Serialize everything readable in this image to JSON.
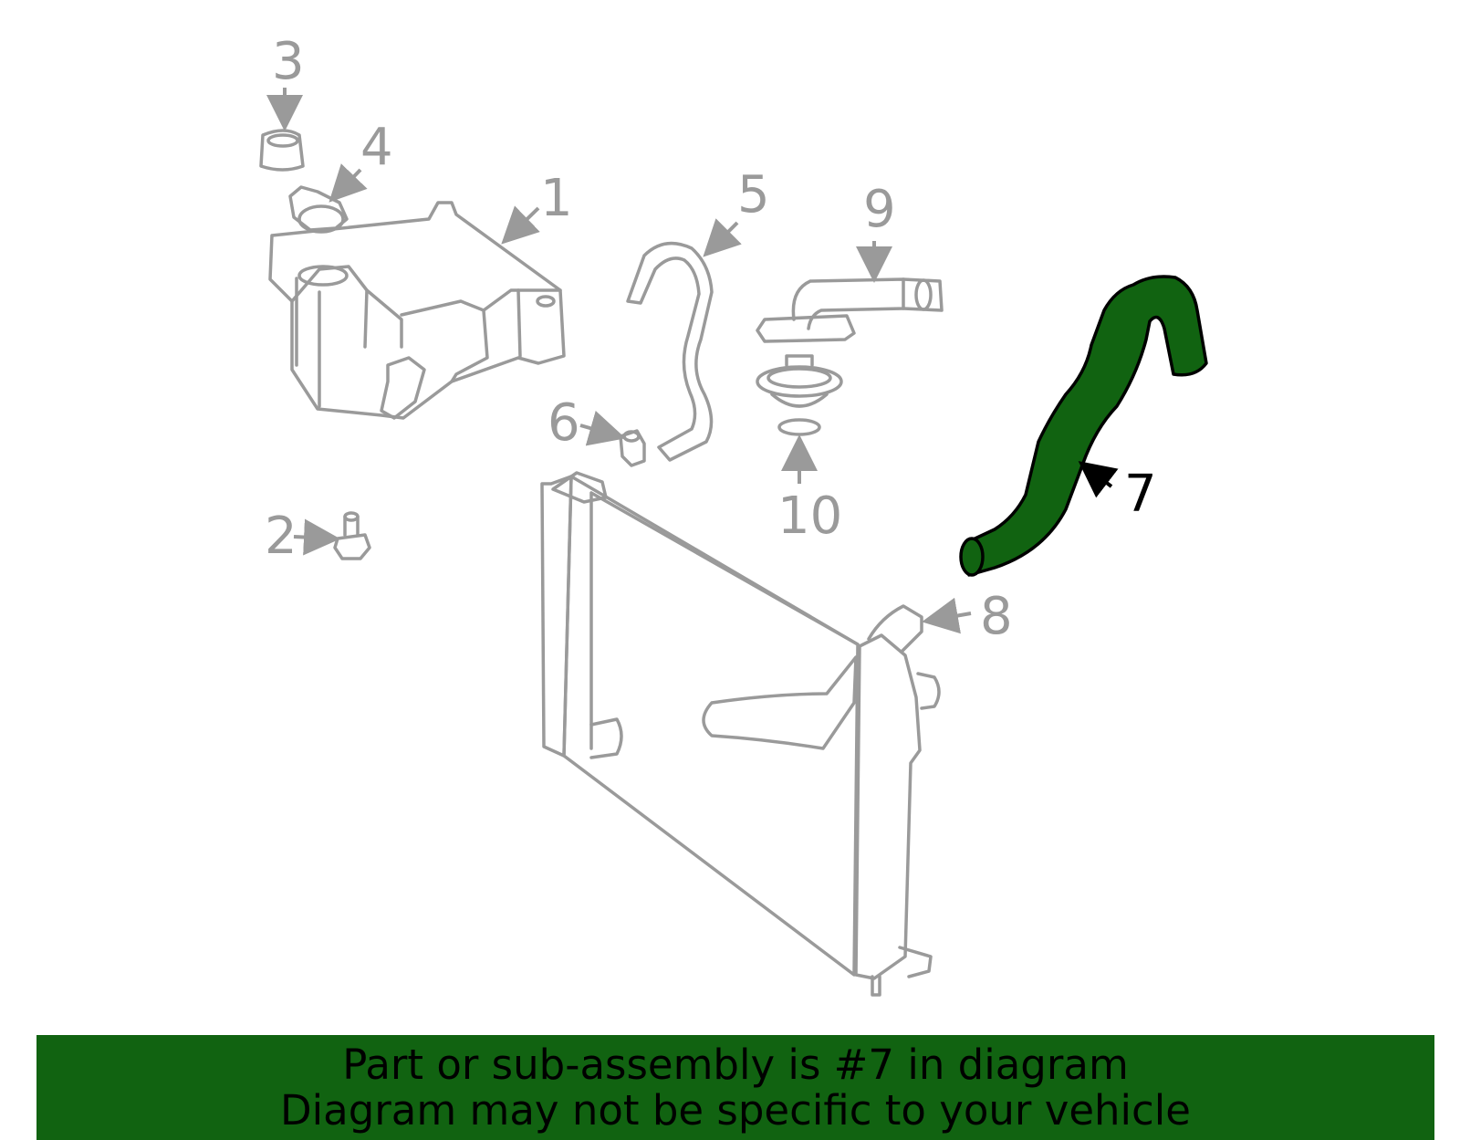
{
  "callouts": {
    "c1": "1",
    "c2": "2",
    "c3": "3",
    "c4": "4",
    "c5": "5",
    "c6": "6",
    "c7": "7",
    "c8": "8",
    "c9": "9",
    "c10": "10"
  },
  "highlighted_part": "7",
  "banner": {
    "line1": "Part or sub-assembly is #7 in diagram",
    "line2": "Diagram may not be specific to your vehicle"
  },
  "colors": {
    "highlight": "#116311",
    "part_stroke": "#9a9a9a",
    "banner_background": "#116311"
  }
}
